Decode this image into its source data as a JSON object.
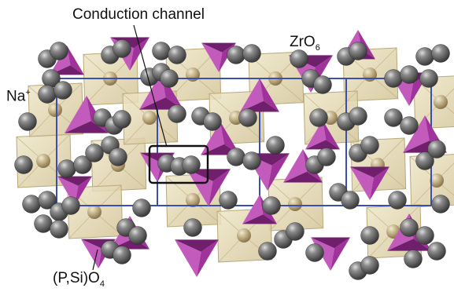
{
  "labels": {
    "title": "Conduction channel",
    "zro6": {
      "base": "ZrO",
      "sub": "6"
    },
    "na": {
      "base": "Na",
      "sup": "+"
    },
    "psio4": {
      "base": "(P,Si)O",
      "sub": "4"
    }
  },
  "colors": {
    "octahedron_fill": "#e6dcb8",
    "octahedron_edge": "#b9a978",
    "tetra_fill": "#a0339b",
    "tetra_dark": "#6f1f6b",
    "tetra_light": "#c35bbd",
    "sodium": "#606060",
    "sodium_highlight": "#d0d0d0",
    "unit_cell": "#3a4fb0",
    "zr_atom": "#b7a47a",
    "box": "#111111"
  }
}
